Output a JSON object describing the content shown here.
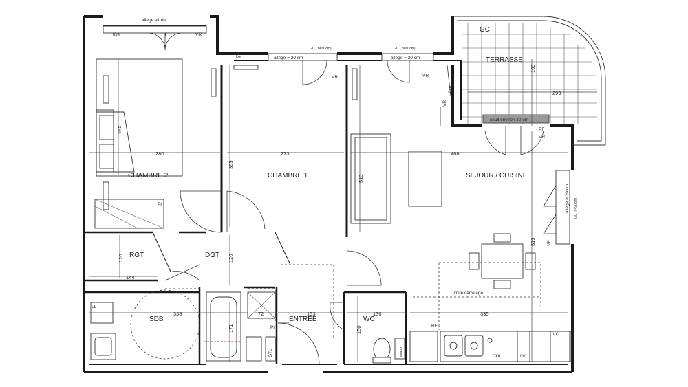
{
  "rooms": {
    "terrasse": "TERRASSE",
    "gc": "GC",
    "chambre2": "CHAMBRE 2",
    "chambre1": "CHAMBRE 1",
    "sejour": "SEJOUR / CUISINE",
    "rgt": "RGT",
    "dgt": "DGT",
    "sdb": "SDB",
    "entree": "ENTREE",
    "wc": "WC"
  },
  "annotations": {
    "allege_vitree": "allège vitrée",
    "fixe_ch2": "fixe",
    "f_ch2": "F",
    "vr_ch2": "VR",
    "gc_h_ch1": "GC ( h=90cm)",
    "allege_ch1": "allège = 20 cm",
    "fixe_ch1": "fixe",
    "vr_ch1": "VR",
    "gc_h_sej": "GC ( h=90cm)",
    "allege_sej": "allège = 20 cm",
    "vr_sej": "VR",
    "fixe_terr": "fixe",
    "vr_terr": "VR",
    "seuil": "seuil environ 20 cm",
    "pf": "PF",
    "vr_pf": "VR",
    "allege_right": "allège = 20 cm",
    "gc_right": "GC (h=90cm)",
    "vr_right": "VR",
    "limite": "limite carrelage",
    "pl_ch2": "Pl",
    "pl_entree": "Pl",
    "rf": "RF",
    "lv": "LV",
    "lc": "LC",
    "cui": "CUI",
    "ll": "LL",
    "gtl": "GTL",
    "lave_mains": "lavabo"
  },
  "dimensions": {
    "d280": "280",
    "d273": "273",
    "d468": "468",
    "d445": "445",
    "d365": "365",
    "d513": "513",
    "d519": "519",
    "d199": "199",
    "d299": "299",
    "d120a": "120",
    "d120b": "120",
    "d144": "144",
    "d338": "338",
    "d72": "72",
    "d153": "153",
    "d130": "130",
    "d335": "335",
    "d150": "150",
    "d171": "171"
  },
  "colors": {
    "wall": "#1a1a1a",
    "line": "#333333",
    "accent_red": "#d9302c",
    "seuil": "#9a9a9a"
  }
}
